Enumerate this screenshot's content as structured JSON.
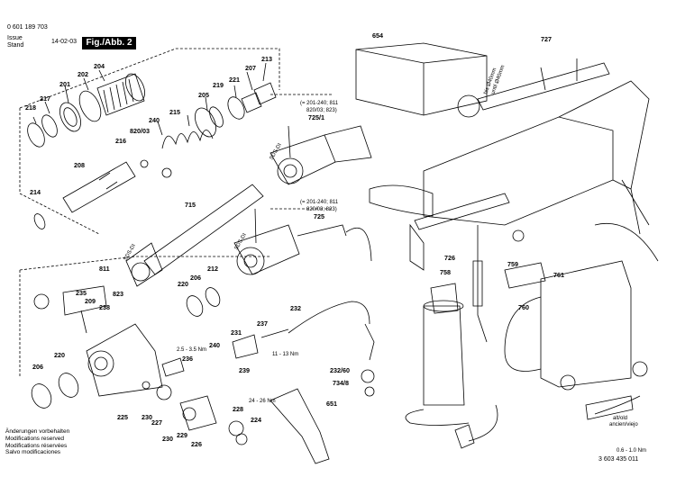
{
  "header": {
    "doc_number": "0 601 189 703",
    "issue_label": "Issue",
    "stand_label": "Stand",
    "issue_date": "14-02-03",
    "figure_label": "Fig./Abb. 2"
  },
  "footer": {
    "lines": [
      "Änderungen vorbehalten",
      "Modifications reserved",
      "Modifications réservées",
      "Salvo modificaciones"
    ],
    "doc_id": "3 603 435 011"
  },
  "annotations": {
    "range_725_1": "(= 201-240; 811",
    "range_725_1b": "820/03; 823)",
    "range_725": "(= 201-240; 811",
    "range_725b": "820/03; 823)",
    "sds_label": "SDS-DI",
    "torque_236": "2.5 - 3.5 Nm",
    "torque_237": "11 - 13 Nm",
    "torque_228": "24 - 26 Nm",
    "diam_big": "bis Ø40mm",
    "diam_small": "until Ø40mm",
    "alt_old": "alt/old",
    "ancien_viejo": "ancien/viejo",
    "torque_grnd": "0.6 - 1.0 Nm"
  },
  "parts": [
    "654",
    "727",
    "217",
    "218",
    "201",
    "202",
    "204",
    "213",
    "207",
    "219",
    "221",
    "205",
    "240",
    "215",
    "820/03",
    "216",
    "208",
    "214",
    "725/1",
    "715",
    "725",
    "811",
    "823",
    "235",
    "209",
    "238",
    "206",
    "212",
    "220",
    "232",
    "237",
    "231",
    "236",
    "239",
    "232/60",
    "734/8",
    "651",
    "225",
    "230",
    "227",
    "229",
    "226",
    "228",
    "224",
    "726",
    "758",
    "759",
    "761",
    "760"
  ]
}
